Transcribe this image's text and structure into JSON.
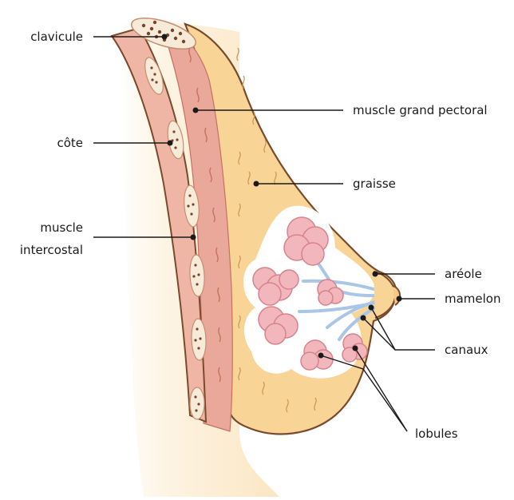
{
  "diagram": {
    "labels": {
      "clavicule": "clavicule",
      "cote": "côte",
      "muscle_intercostal_line1": "muscle",
      "muscle_intercostal_line2": "intercostal",
      "muscle_grand_pectoral": "muscle grand pectoral",
      "graisse": "graisse",
      "areole": "aréole",
      "mamelon": "mamelon",
      "canaux": "canaux",
      "lobules": "lobules"
    },
    "colors": {
      "skin": "#fbe6c2",
      "fat": "#f8d497",
      "fat_outline": "#7a4a2c",
      "muscle": "#e9a89a",
      "muscle_dark": "#c8705f",
      "bone": "#f6ead8",
      "bone_dots": "#7a4326",
      "lobule": "#f2b6bd",
      "lobule_dark": "#d7838c",
      "duct": "#a9c6e6",
      "leader": "#1a1a1a"
    }
  }
}
